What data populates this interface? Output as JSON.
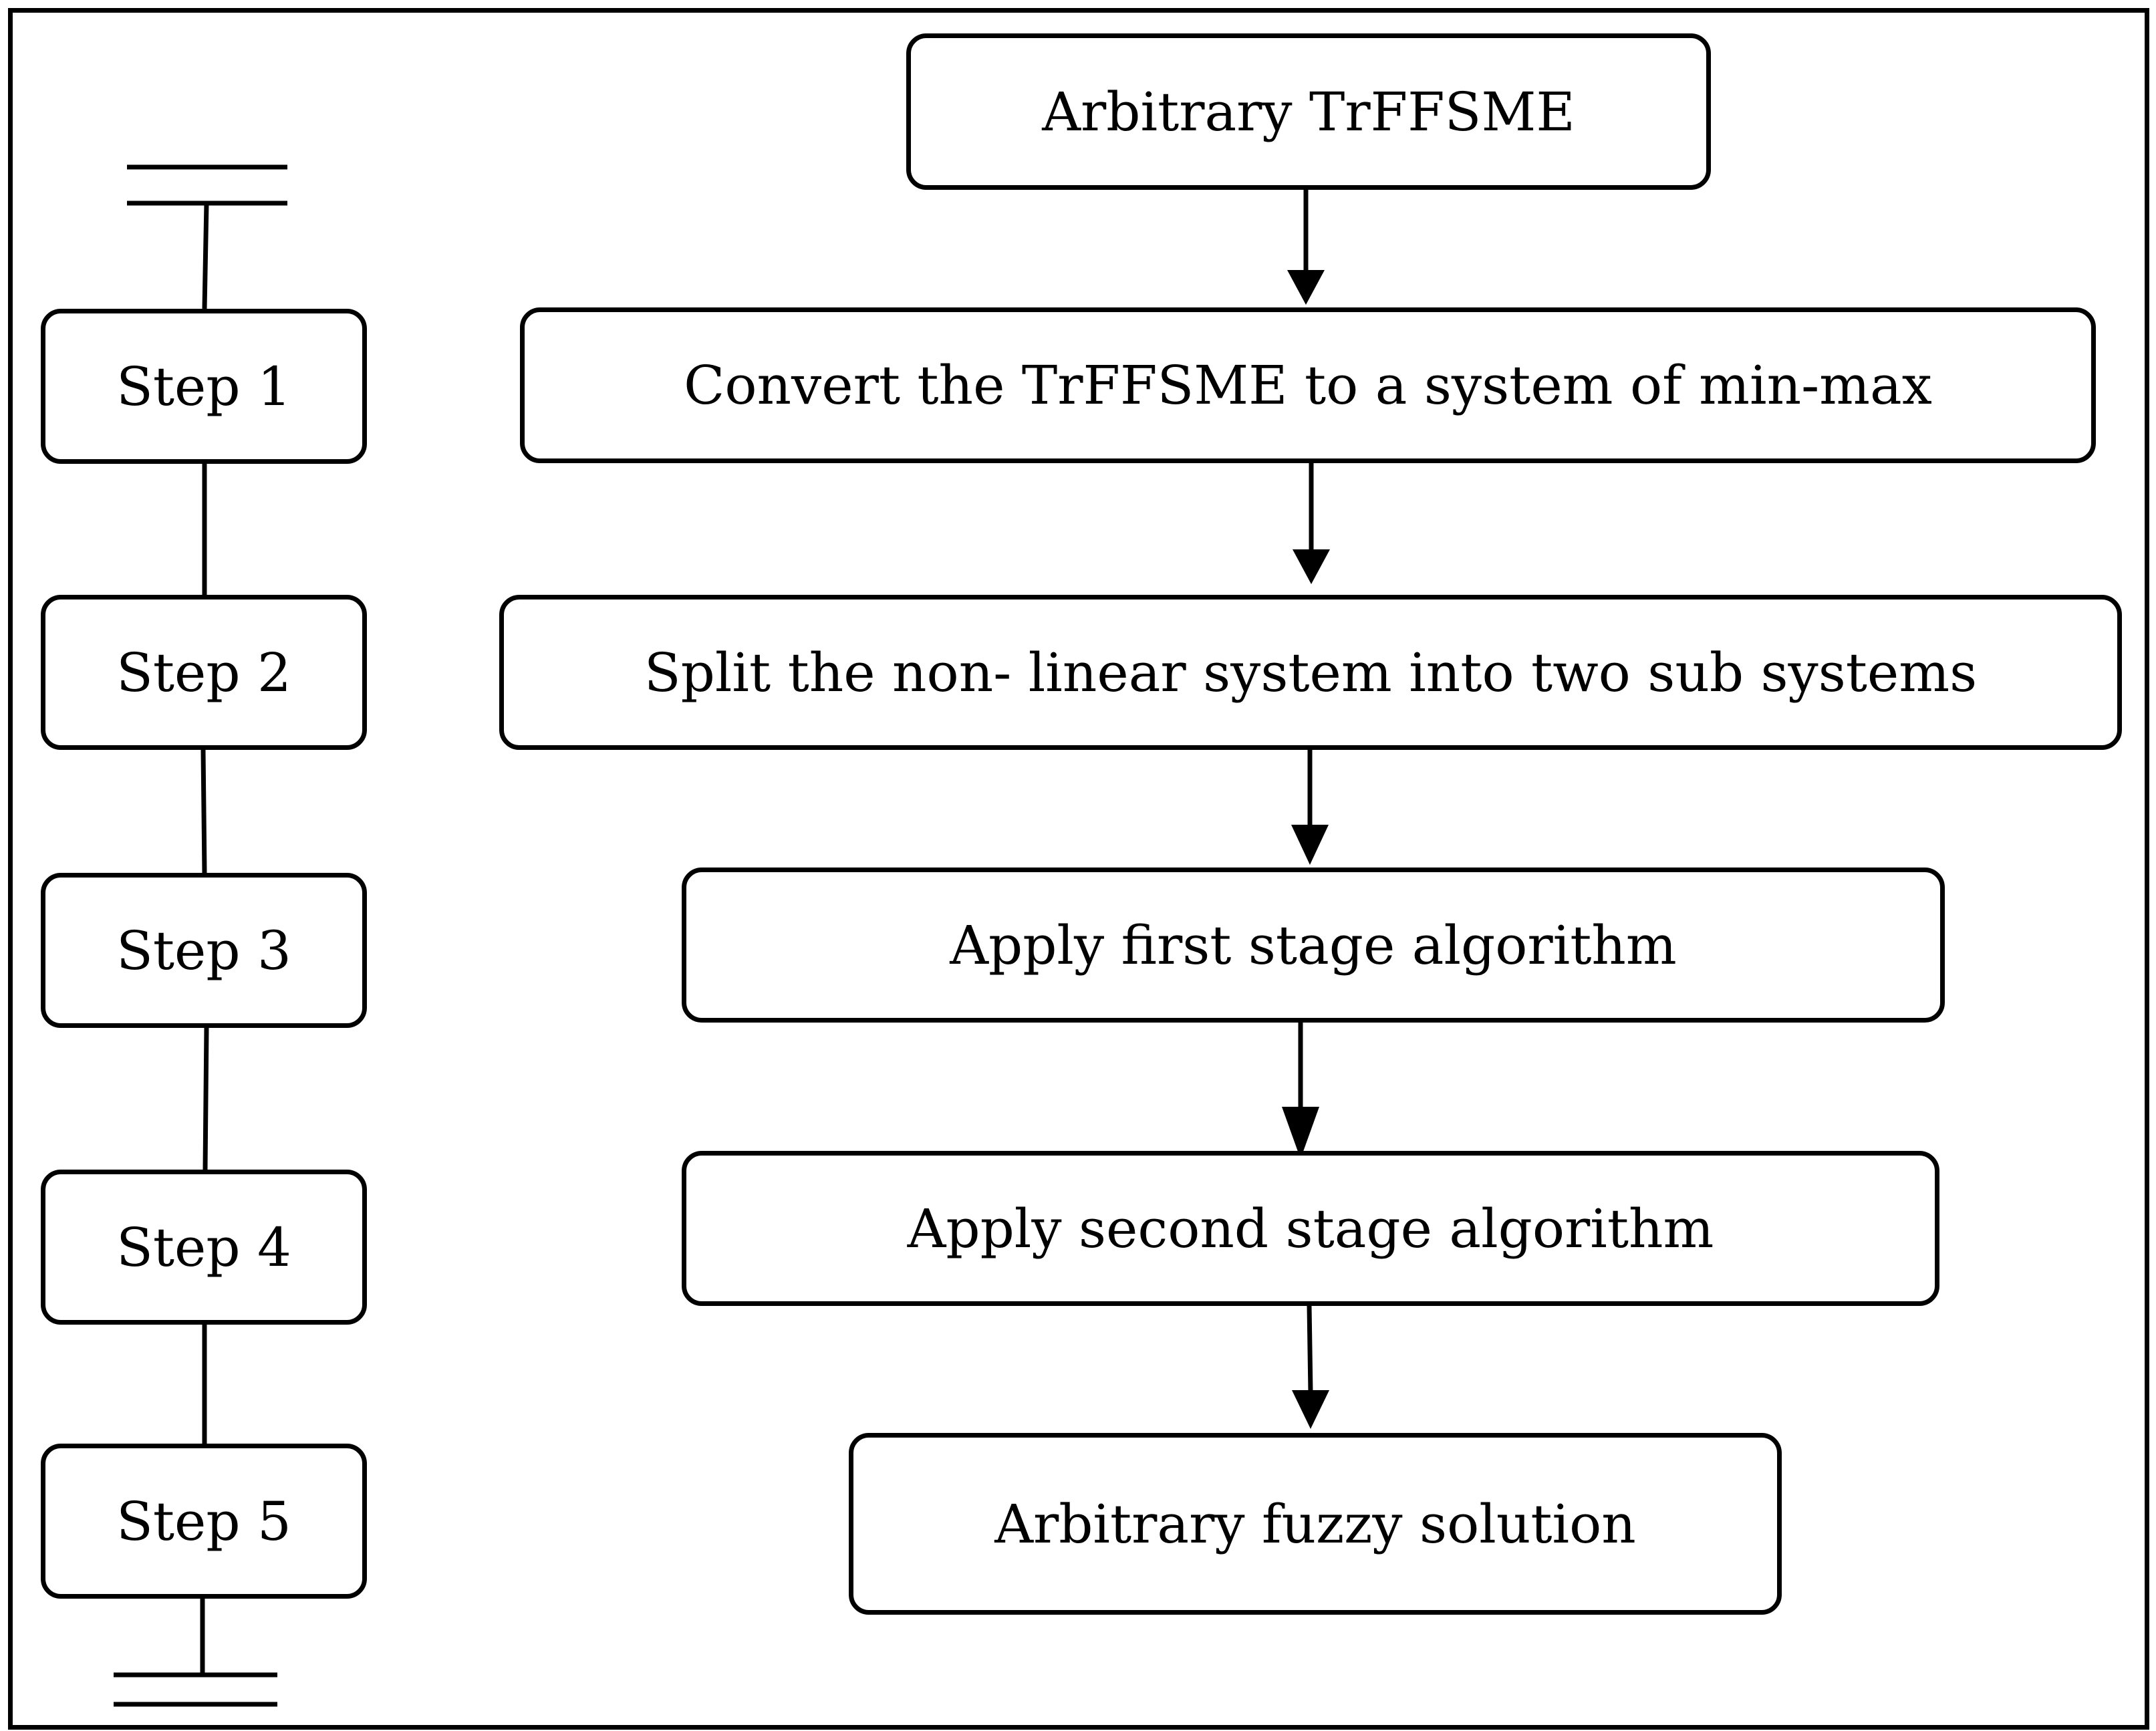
{
  "steps": [
    "Step 1",
    "Step 2",
    "Step 3",
    "Step 4",
    "Step 5"
  ],
  "flow": {
    "start": "Arbitrary TrFFSME",
    "stages": [
      "Convert the TrFFSME to a system of min-max",
      "Split the non- linear system into two sub systems",
      "Apply first stage algorithm",
      "Apply second stage algorithm"
    ],
    "end": "Arbitrary fuzzy solution"
  }
}
